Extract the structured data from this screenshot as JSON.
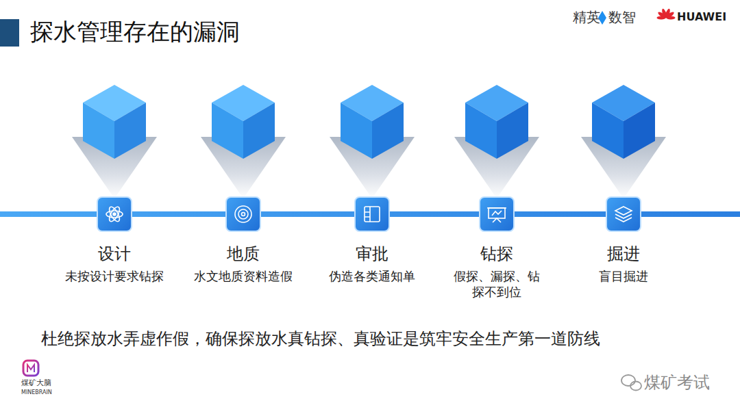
{
  "diagram": {
    "title": "探水管理存在的漏洞",
    "caption": "杜绝探放水弄虚作假，确保探放水真钻探、真验证是筑牢安全生产第一道防线",
    "nodes": [
      {
        "text": [
          "设计",
          "未按设计要求钻探"
        ]
      },
      {
        "text": [
          "地质",
          "水文地质资料造假"
        ]
      },
      {
        "text": [
          "审批",
          "伪造各类通知单"
        ]
      },
      {
        "text": [
          "钻探",
          "假探、漏探、钻探不到位"
        ]
      },
      {
        "text": [
          "掘进",
          "盲目掘进"
        ]
      }
    ],
    "labels": [
      "精英",
      "数智",
      "HUAWEI",
      "煤矿大脑",
      "MINEBRAIN",
      "煤矿考试"
    ]
  }
}
